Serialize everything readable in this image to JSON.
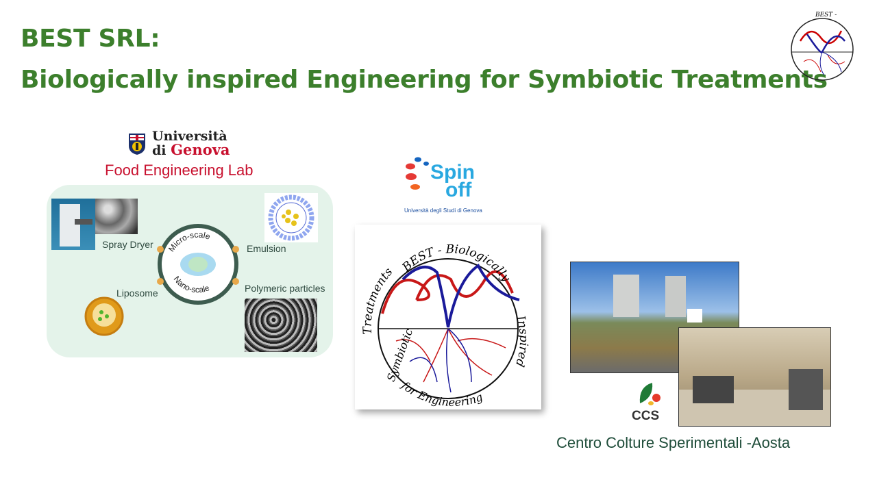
{
  "title": {
    "line1": "BEST SRL:",
    "line2": "Biologically inspired Engineering for Symbiotic Treatments"
  },
  "university": {
    "line1": "Università",
    "line2_prefix": "di ",
    "line2_name": "Genova",
    "lab": "Food Engineering Lab"
  },
  "panel": {
    "labels": {
      "spray_dryer": "Spray Dryer",
      "emulsion": "Emulsion",
      "liposome": "Liposome",
      "polymeric": "Polymeric particles",
      "micro": "Micro-scale",
      "nano": "Nano-scale"
    }
  },
  "spinoff": {
    "word1": "Spin",
    "word2": "off",
    "subtitle": "Università degli Studi di Genova"
  },
  "best_logo": {
    "top": "BEST - Biologically",
    "left": "Treatments",
    "right": "Inspired",
    "bottom_left": "Symbiotic",
    "bottom": "for Engineering"
  },
  "ccs": {
    "logo_text": "CCS",
    "caption": "Centro Colture Sperimentali -Aosta"
  },
  "colors": {
    "title_green": "#3c7f2c",
    "unige_red": "#c8102e",
    "panel_bg": "#e4f3ea"
  }
}
